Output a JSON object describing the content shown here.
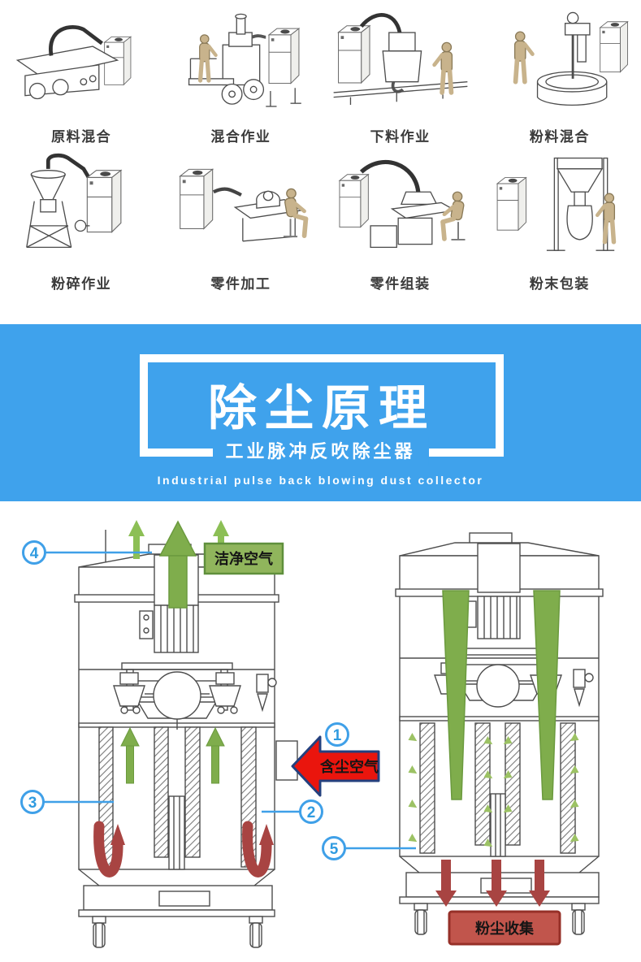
{
  "process_section": {
    "items": [
      {
        "label": "原料混合"
      },
      {
        "label": "混合作业"
      },
      {
        "label": "下料作业"
      },
      {
        "label": "粉料混合"
      },
      {
        "label": "粉碎作业"
      },
      {
        "label": "零件加工"
      },
      {
        "label": "零件组装"
      },
      {
        "label": "粉末包装"
      }
    ]
  },
  "banner": {
    "title": "除尘原理",
    "subtitle": "工业脉冲反吹除尘器",
    "subtitle_en": "Industrial pulse back blowing dust collector",
    "bg_color": "#3FA2EC"
  },
  "diagram": {
    "labels": {
      "clean_air": "洁净空气",
      "dusty_air": "含尘空气",
      "dust_collection": "粉尘收集"
    },
    "callouts": [
      {
        "number": "1"
      },
      {
        "number": "2"
      },
      {
        "number": "3"
      },
      {
        "number": "4"
      },
      {
        "number": "5"
      }
    ],
    "colors": {
      "flow_green": "#7FAD4C",
      "flow_green_light": "#9CC264",
      "flow_dark_red": "#A84442",
      "inlet_red": "#EA150D",
      "inlet_border_navy": "#24407e",
      "callout_blue": "#3FA0E8",
      "clean_air_box_fill": "#90B55C",
      "clean_air_box_border": "#5F8F3C",
      "dust_box_fill": "#C1554C",
      "dust_box_border": "#963028"
    }
  }
}
